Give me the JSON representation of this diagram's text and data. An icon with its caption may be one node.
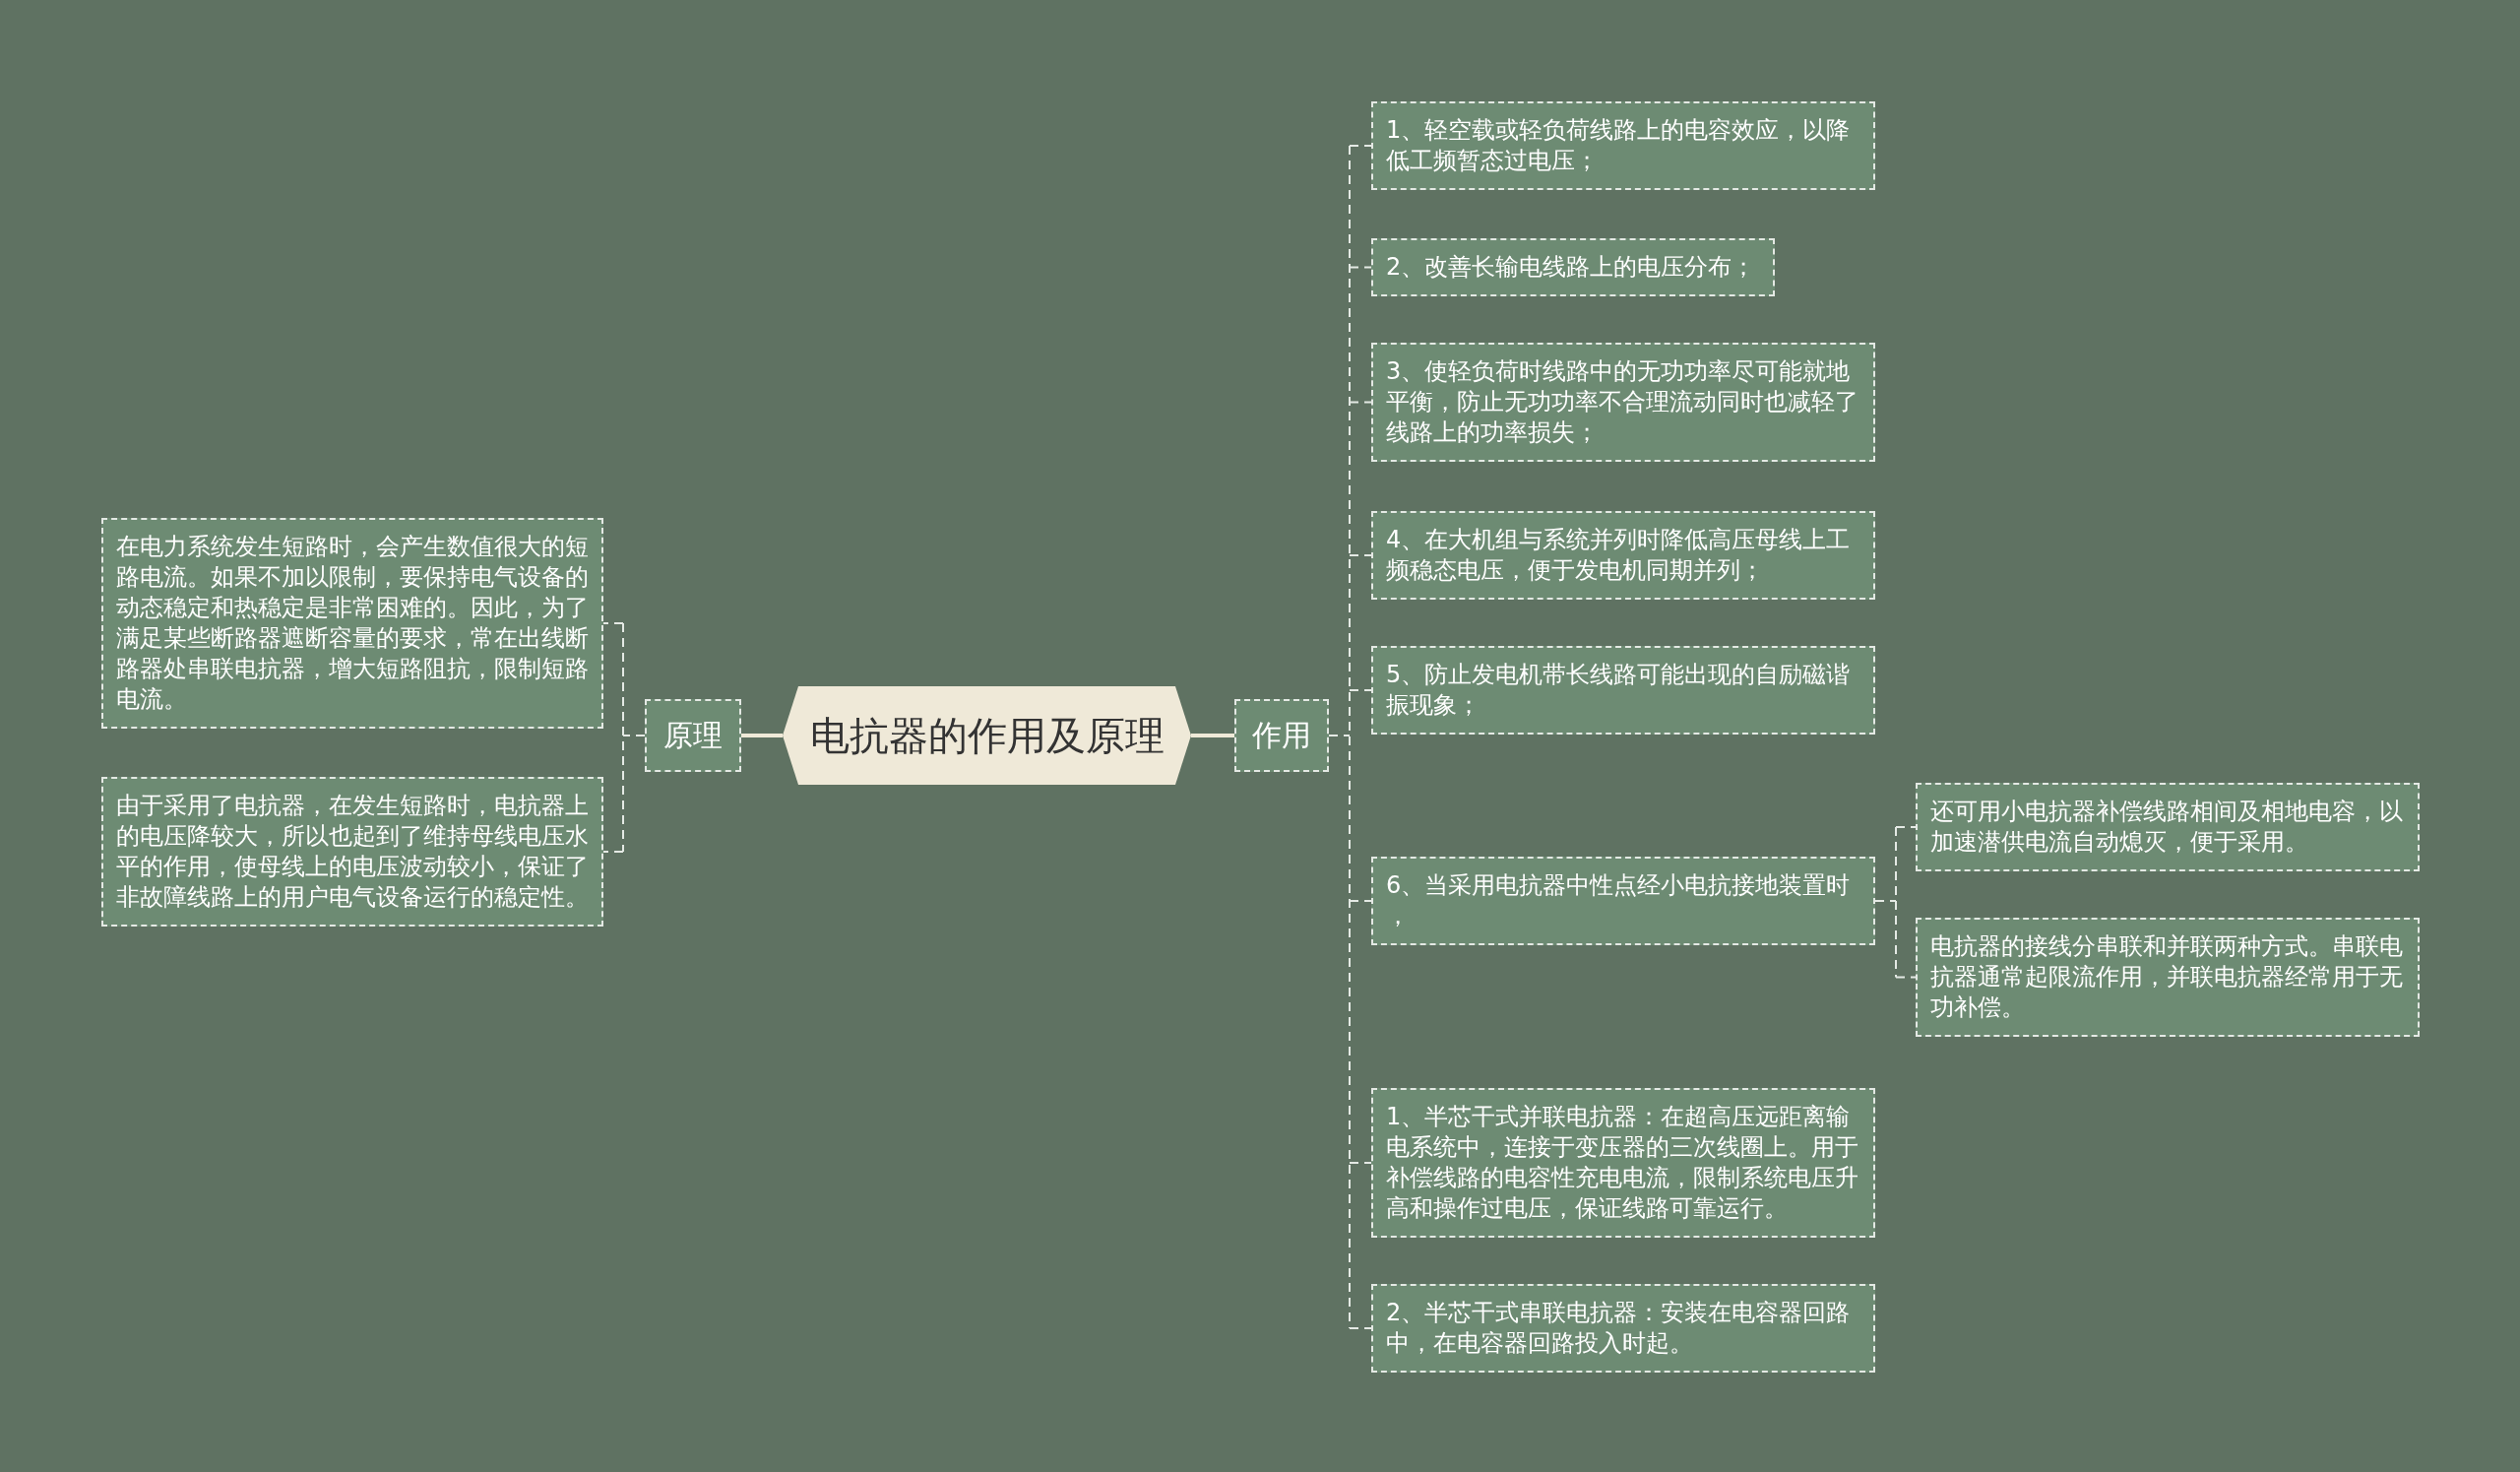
{
  "diagram": {
    "nodes": [
      {
        "text": [
          "电抗器的作用及原理"
        ]
      },
      {
        "text": [
          "原理"
        ]
      },
      {
        "text": [
          "在电力系统发生短路时，会产生数值很大的短路电流。如果不加以限制，要保持电气设备的动态稳定和热稳定是非常困难的。因此，为了满足某些断路器遮断容量的要求，常在出线断路器处串联电抗器，增大短路阻抗，限制短路电流。"
        ]
      },
      {
        "text": [
          "由于采用了电抗器，在发生短路时，电抗器上的电压降较大，所以也起到了维持母线电压水平的作用，使母线上的电压波动较小，保证了非故障线路上的用户电气设备运行的稳定性。"
        ]
      },
      {
        "text": [
          "作用"
        ]
      },
      {
        "text": [
          "1、轻空载或轻负荷线路上的电容效应，以降低工频暂态过电压；"
        ]
      },
      {
        "text": [
          "2、改善长输电线路上的电压分布；"
        ]
      },
      {
        "text": [
          "3、使轻负荷时线路中的无功功率尽可能就地平衡，防止无功功率不合理流动同时也减轻了线路上的功率损失；"
        ]
      },
      {
        "text": [
          "4、在大机组与系统并列时降低高压母线上工频稳态电压，便于发电机同期并列；"
        ]
      },
      {
        "text": [
          "5、防止发电机带长线路可能出现的自励磁谐振现象；"
        ]
      },
      {
        "text": [
          "6、当采用电抗器中性点经小电抗接地装置时，"
        ]
      },
      {
        "text": [
          "还可用小电抗器补偿线路相间及相地电容，以加速潜供电流自动熄灭，便于采用。"
        ]
      },
      {
        "text": [
          "电抗器的接线分串联和并联两种方式。串联电抗器通常起限流作用，并联电抗器经常用于无功补偿。"
        ]
      },
      {
        "text": [
          "1、半芯干式并联电抗器：在超高压远距离输电系统中，连接于变压器的三次线圈上。用于补偿线路的电容性充电电流，限制系统电压升高和操作过电压，保证线路可靠运行。"
        ]
      },
      {
        "text": [
          "2、半芯干式串联电抗器：安装在电容器回路中，在电容器回路投入时起。"
        ]
      }
    ],
    "edges": [
      {
        "from": 0,
        "to": 1,
        "arrow": "none",
        "color": "#efe9d8"
      },
      {
        "from": 1,
        "to": 2,
        "arrow": "none",
        "style": "dashed"
      },
      {
        "from": 1,
        "to": 3,
        "arrow": "none",
        "style": "dashed"
      },
      {
        "from": 0,
        "to": 4,
        "arrow": "none",
        "color": "#efe9d8"
      },
      {
        "from": 4,
        "to": 5,
        "arrow": "none",
        "style": "dashed"
      },
      {
        "from": 4,
        "to": 6,
        "arrow": "none",
        "style": "dashed"
      },
      {
        "from": 4,
        "to": 7,
        "arrow": "none",
        "style": "dashed"
      },
      {
        "from": 4,
        "to": 8,
        "arrow": "none",
        "style": "dashed"
      },
      {
        "from": 4,
        "to": 9,
        "arrow": "none",
        "style": "dashed"
      },
      {
        "from": 4,
        "to": 10,
        "arrow": "none",
        "style": "dashed"
      },
      {
        "from": 10,
        "to": 11,
        "arrow": "none",
        "style": "dashed"
      },
      {
        "from": 10,
        "to": 12,
        "arrow": "none",
        "style": "dashed"
      },
      {
        "from": 4,
        "to": 13,
        "arrow": "none",
        "style": "dashed"
      },
      {
        "from": 4,
        "to": 14,
        "arrow": "none",
        "style": "dashed"
      }
    ]
  }
}
